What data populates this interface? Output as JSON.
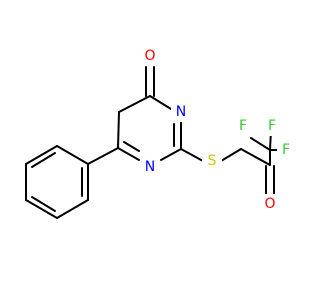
{
  "atom_labels": {
    "oxygen_ketone": "O",
    "nitrogen_3": "N",
    "nitrogen_1": "N",
    "sulfur": "S",
    "oxygen_side": "O",
    "fluorine_top_left": "F",
    "fluorine_top_right": "F",
    "fluorine_right": "F"
  },
  "colors": {
    "bond": "#000000",
    "oxygen": "#ff0000",
    "nitrogen": "#0000ff",
    "sulfur": "#cccc00",
    "fluorine": "#33cc33"
  }
}
